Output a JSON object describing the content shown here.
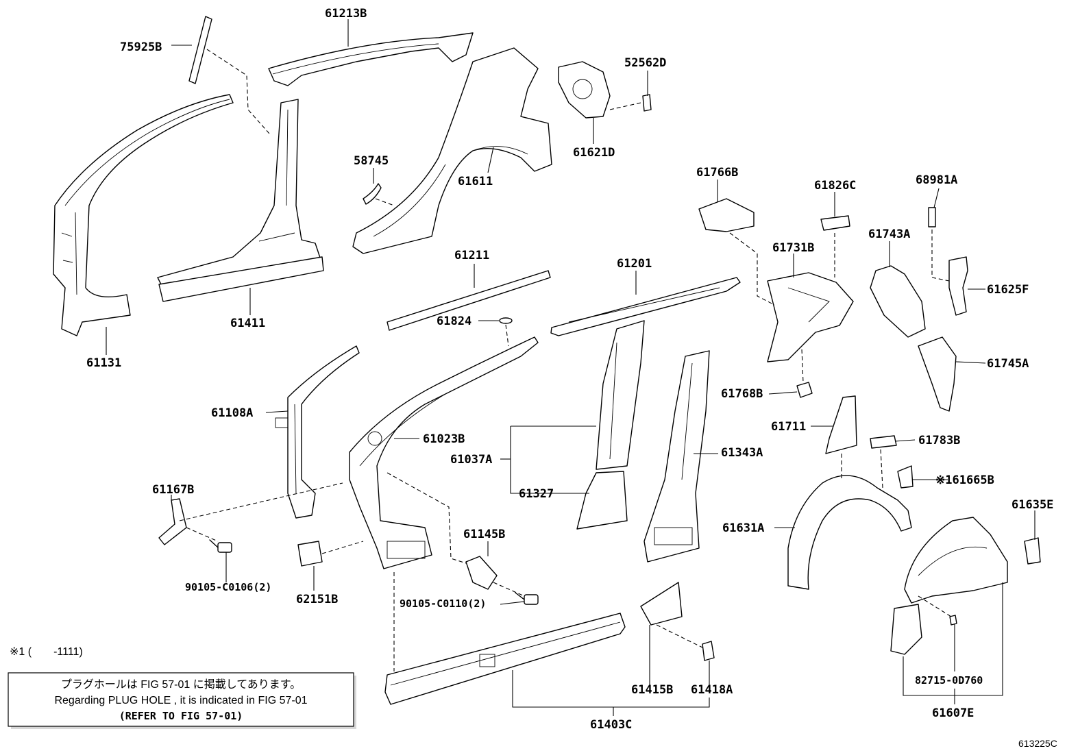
{
  "parts": {
    "p75925B": "75925B",
    "p61213B": "61213B",
    "p52562D": "52562D",
    "p61621D": "61621D",
    "p58745": "58745",
    "p61611": "61611",
    "p61411": "61411",
    "p61131": "61131",
    "p61766B": "61766B",
    "p61826C": "61826C",
    "p68981A": "68981A",
    "p61731B": "61731B",
    "p61743A": "61743A",
    "p61625F": "61625F",
    "p61211": "61211",
    "p61201": "61201",
    "p61824": "61824",
    "p61745A": "61745A",
    "p61768B": "61768B",
    "p61711": "61711",
    "p61783B": "61783B",
    "p61108A": "61108A",
    "p61023B": "61023B",
    "p61037A": "61037A",
    "p61343A": "61343A",
    "p61665B": "※161665B",
    "p61167B": "61167B",
    "p61327": "61327",
    "p61145B": "61145B",
    "p61635E": "61635E",
    "p61631A": "61631A",
    "p90105C0106": "90105-C0106(2)",
    "p62151B": "62151B",
    "p90105C0110": "90105-C0110(2)",
    "p82715": "82715-0D760",
    "p61415B": "61415B",
    "p61418A": "61418A",
    "p61403C": "61403C",
    "p61607E": "61607E"
  },
  "footnote": "※1 (　　-1111)",
  "note_box": {
    "line1": "プラグホールは FIG 57-01 に掲載してあります。",
    "line2": "Regarding  PLUG  HOLE , it is indicated in FIG  57-01",
    "line3": "(REFER TO FIG 57-01)"
  },
  "figure_id": "613225C"
}
